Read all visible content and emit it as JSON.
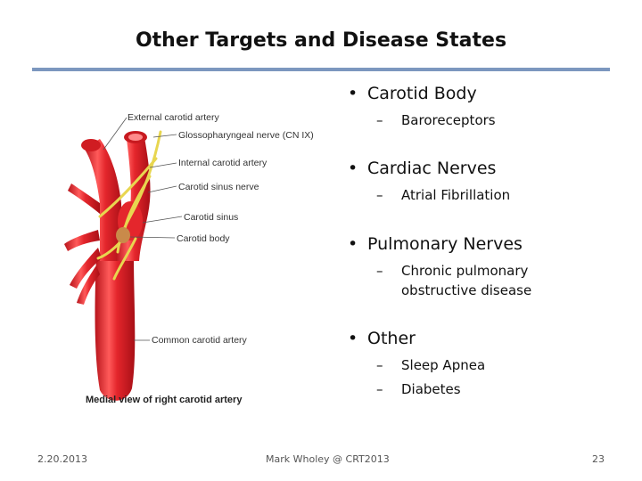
{
  "slide": {
    "title": "Other Targets and Disease States"
  },
  "figure": {
    "labels": {
      "external_carotid": "External carotid artery",
      "glossopharyngeal": "Glossopharyngeal nerve (CN IX)",
      "internal_carotid": "Internal carotid artery",
      "carotid_sinus_nerve": "Carotid sinus nerve",
      "carotid_sinus": "Carotid sinus",
      "carotid_body": "Carotid body",
      "common_carotid": "Common carotid artery"
    },
    "caption": "Medial view of right carotid artery"
  },
  "bullets": [
    {
      "text": "Carotid Body",
      "subs": [
        "Baroreceptors"
      ]
    },
    {
      "text": "Cardiac Nerves",
      "subs": [
        "Atrial Fibrillation"
      ]
    },
    {
      "text": "Pulmonary Nerves",
      "subs": [
        "Chronic pulmonary obstructive disease"
      ]
    },
    {
      "text": "Other",
      "subs": [
        "Sleep Apnea",
        "Diabetes"
      ]
    }
  ],
  "symbols": {
    "bullet": "•",
    "dash": "–"
  },
  "footer": {
    "date": "2.20.2013",
    "author": "Mark Wholey @ CRT2013",
    "page": "23"
  },
  "colors": {
    "title_rule": "#7c97bf",
    "artery": "#e4262c",
    "nerve": "#e8d650",
    "carotid_body": "#c98a4a"
  }
}
